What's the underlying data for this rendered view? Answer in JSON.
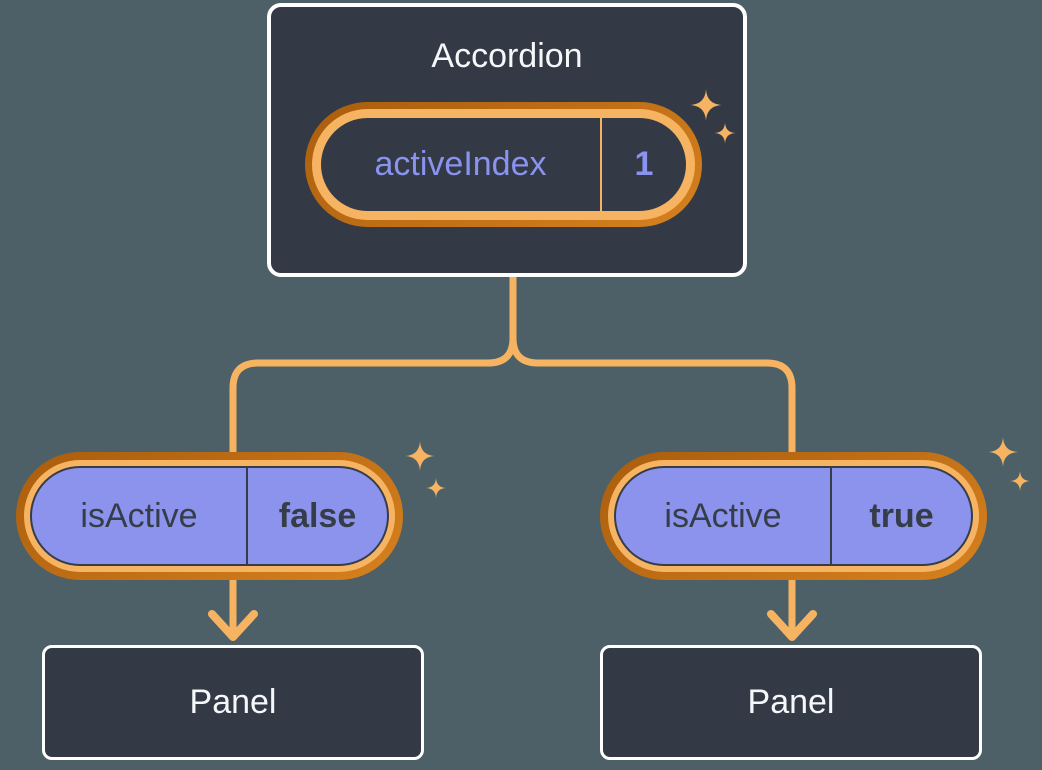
{
  "colors": {
    "background": "#4e6067",
    "card": "#333a46",
    "card_border": "#ffffff",
    "light_text": "#f6f7f9",
    "purple_fill": "#8b93ec",
    "purple_text": "#8a93f0",
    "dark_text": "#363d49",
    "orange_light": "#f6b462",
    "orange_dark_a": "#aa5d0c",
    "orange_dark_b": "#d6811f"
  },
  "diagram": {
    "accordion": {
      "title": "Accordion",
      "state_pill": {
        "label": "activeIndex",
        "value": "1"
      }
    },
    "children": [
      {
        "prop_pill": {
          "label": "isActive",
          "value": "false"
        },
        "panel_title": "Panel"
      },
      {
        "prop_pill": {
          "label": "isActive",
          "value": "true"
        },
        "panel_title": "Panel"
      }
    ]
  }
}
